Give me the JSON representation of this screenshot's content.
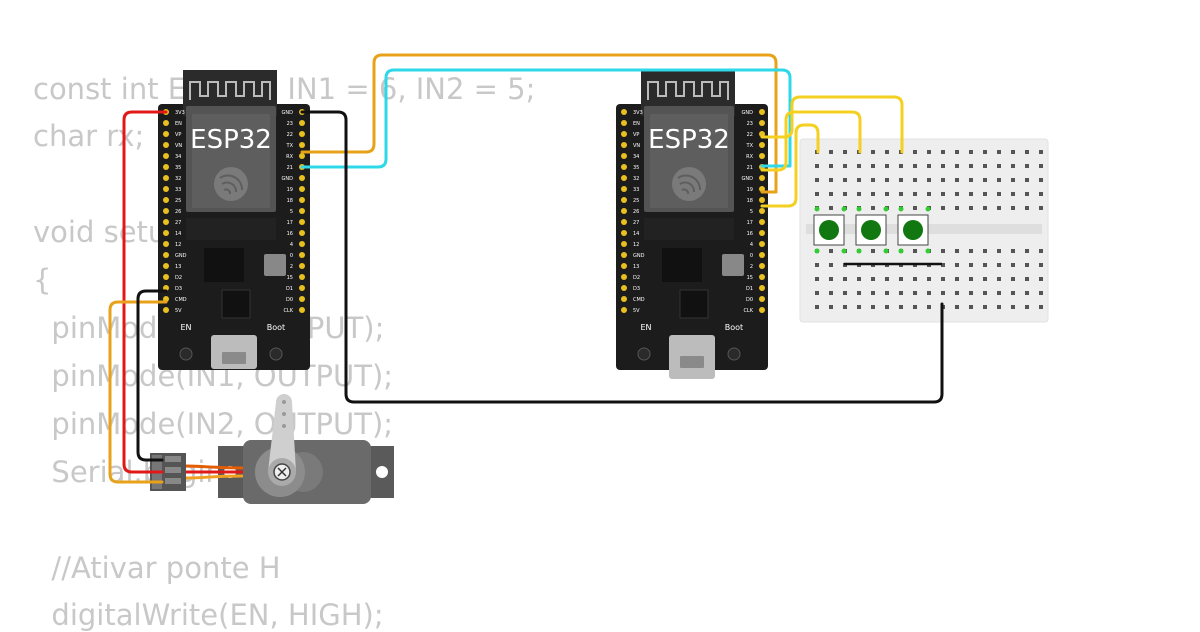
{
  "code": {
    "lines": [
      "const int EN = 4, IN1 = 6, IN2 = 5;",
      "char rx;",
      "",
      "void setup()",
      "{",
      "  pinMode(EN, OUTPUT);",
      "  pinMode(IN1, OUTPUT);",
      "  pinMode(IN2, OUTPUT);",
      "  Serial.begin(9600);",
      "",
      "  //Ativar ponte H",
      "  digitalWrite(EN, HIGH);"
    ]
  },
  "boards": {
    "left": {
      "name": "ESP32",
      "en_label": "EN",
      "boot_label": "Boot"
    },
    "right": {
      "name": "ESP32",
      "en_label": "EN",
      "boot_label": "Boot"
    }
  },
  "colors": {
    "wire_orange": "#e8a21a",
    "wire_cyan": "#2ed8e8",
    "wire_yellow": "#f4d020",
    "wire_black": "#111111",
    "wire_red": "#e01818",
    "board": "#1c1c1c",
    "pin": "#e8c020",
    "breadboard": "#eeeeee",
    "button": "#117711",
    "servo": "#6a6a6a"
  },
  "pins": {
    "left_column": [
      "3V3",
      "EN",
      "VP",
      "VN",
      "34",
      "35",
      "32",
      "33",
      "25",
      "26",
      "27",
      "14",
      "12",
      "GND",
      "13",
      "D2",
      "D3",
      "CMD",
      "5V"
    ],
    "right_column": [
      "GND",
      "23",
      "22",
      "TX",
      "RX",
      "21",
      "GND",
      "19",
      "18",
      "5",
      "17",
      "16",
      "4",
      "0",
      "2",
      "15",
      "D1",
      "D0",
      "CLK"
    ]
  }
}
